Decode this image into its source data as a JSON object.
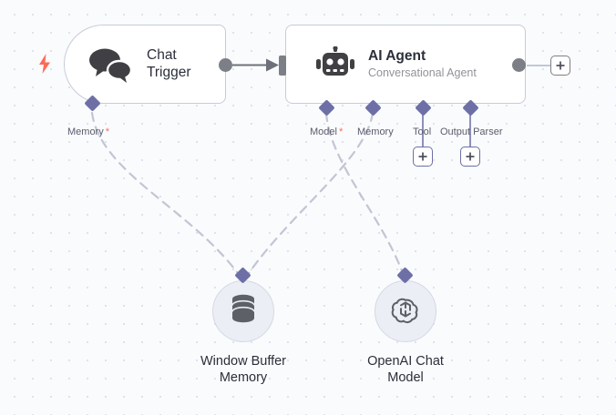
{
  "canvas": {
    "background_color": "#fafbfd",
    "grid_dot_color": "#dfe2ee",
    "accent_port_color": "#6d6fa6",
    "required_marker_color": "#fa6a5a",
    "connector_color": "#7d7f86",
    "node_border_color": "#c8cbd9"
  },
  "nodes": {
    "chat_trigger": {
      "title": "Chat\nTrigger",
      "icon": "chat-bubbles-icon",
      "trigger_badge": "lightning-bolt-icon",
      "ports": [
        {
          "label": "Memory",
          "required": true,
          "required_marker": "*"
        }
      ]
    },
    "ai_agent": {
      "title": "AI Agent",
      "subtitle": "Conversational Agent",
      "icon": "robot-icon",
      "ports": [
        {
          "label": "Model",
          "required": true,
          "required_marker": "*"
        },
        {
          "label": "Memory",
          "required": false,
          "required_marker": ""
        },
        {
          "label": "Tool",
          "required": false,
          "required_marker": ""
        },
        {
          "label": "Output Parser",
          "required": false,
          "required_marker": ""
        }
      ],
      "add_buttons": [
        {
          "name": "add-tool",
          "glyph": "+"
        },
        {
          "name": "add-output-parser",
          "glyph": "+"
        }
      ],
      "output_add_button": {
        "name": "add-next-node",
        "glyph": "+"
      }
    },
    "window_buffer_memory": {
      "caption": "Window Buffer\nMemory",
      "icon": "database-icon"
    },
    "openai_chat_model": {
      "caption": "OpenAI Chat\nModel",
      "icon": "openai-logo-icon"
    }
  },
  "connections": [
    {
      "from": "chat-trigger-output",
      "to": "ai-agent-input",
      "style": "solid",
      "arrow": true
    },
    {
      "from": "chat-trigger-memory-port",
      "to": "window-buffer-memory",
      "style": "dashed",
      "arrow": false
    },
    {
      "from": "ai-agent-memory-port",
      "to": "window-buffer-memory",
      "style": "dashed",
      "arrow": false
    },
    {
      "from": "ai-agent-model-port",
      "to": "openai-chat-model",
      "style": "dashed",
      "arrow": false
    },
    {
      "from": "ai-agent-output",
      "to": "add-next-node",
      "style": "solid",
      "arrow": false
    }
  ]
}
